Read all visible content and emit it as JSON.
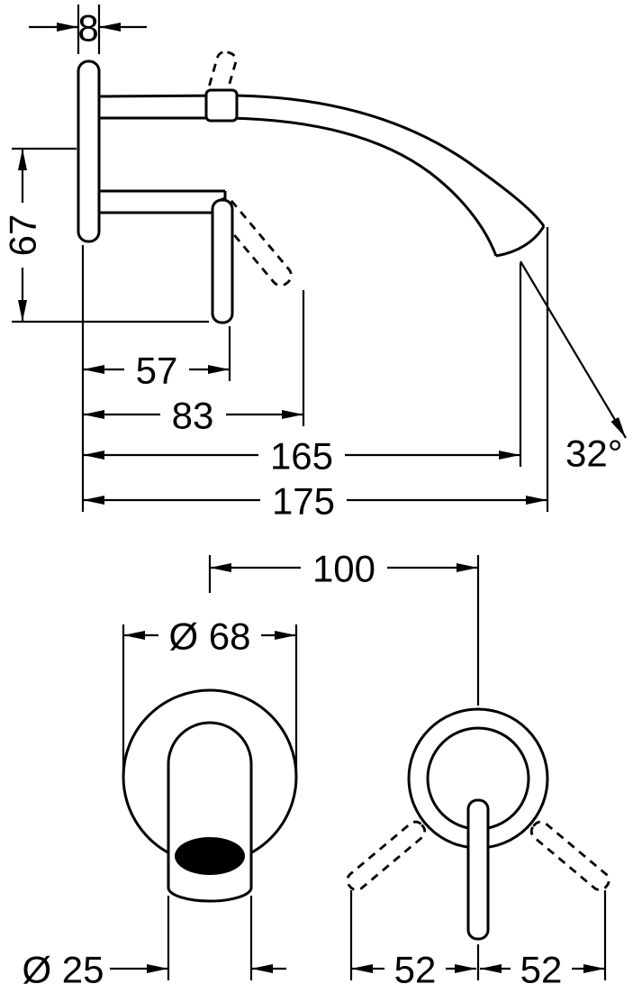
{
  "drawing": {
    "background": "#ffffff",
    "line_color": "#000000",
    "side_view": {
      "plate_thickness": "8",
      "spout_to_lever_height": "67",
      "lever_depth": "57",
      "lever_tip_depth": "83",
      "spout_outlet_depth": "165",
      "total_depth": "175",
      "stream_angle": "32°"
    },
    "front_view": {
      "center_distance": "100",
      "escutcheon_diameter": "Ø 68",
      "spout_diameter": "Ø 25",
      "lever_swing_left": "52",
      "lever_swing_right": "52"
    }
  }
}
